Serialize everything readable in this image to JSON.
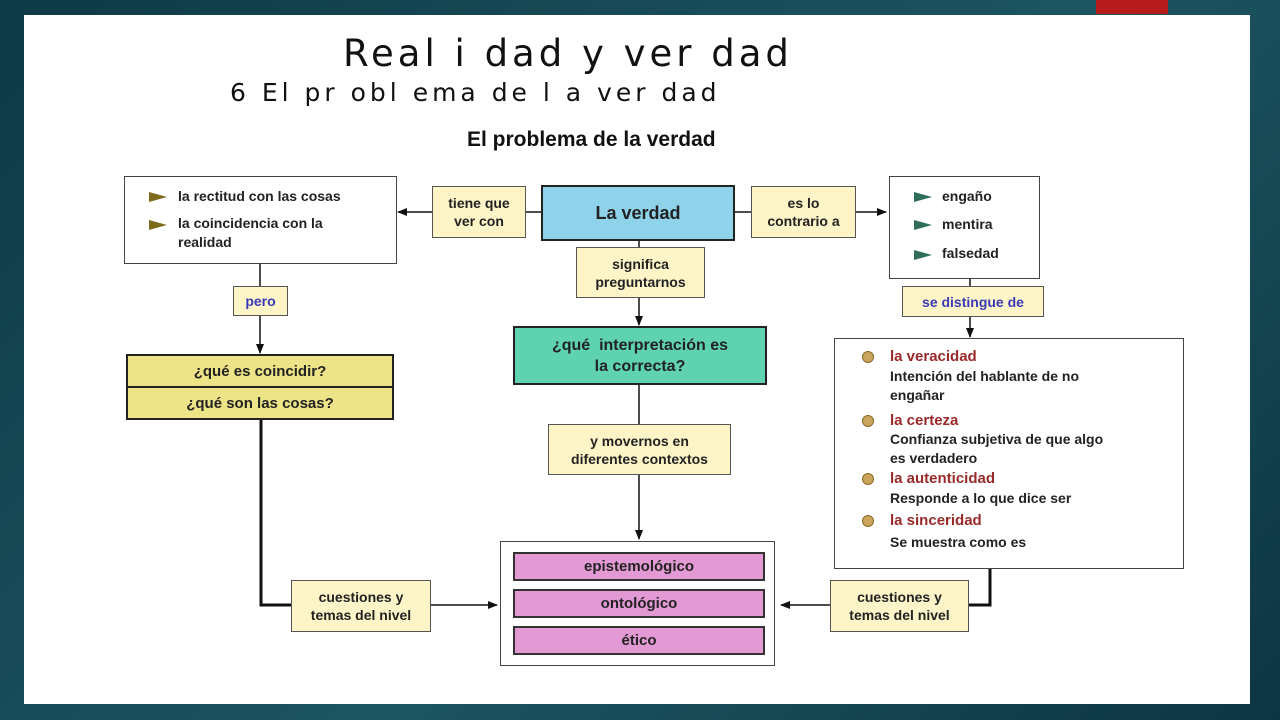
{
  "slide": {
    "title": "Real i dad  y  ver dad",
    "subtitle": "6  El   pr obl ema  de  l a  ver dad"
  },
  "diagram": {
    "title": "El problema de la verdad",
    "center": "La verdad",
    "left_connector": [
      "tiene que",
      "ver con"
    ],
    "right_connector": [
      "es lo",
      "contrario a"
    ],
    "center_connector": [
      "significa",
      "preguntarnos"
    ],
    "left_box_items": [
      [
        "la rectitud con las cosas"
      ],
      [
        "la coincidencia con la",
        "realidad"
      ]
    ],
    "right_box_items": [
      "engaño",
      "mentira",
      "falsedad"
    ],
    "pero_label": "pero",
    "distingue_label": "se distingue de",
    "questions_left": [
      "¿qué es coincidir?",
      "¿qué son las cosas?"
    ],
    "interpretation": [
      "¿qué  interpretación es",
      "la correcta?"
    ],
    "mid_connector": [
      "y movernos en",
      "diferentes contextos"
    ],
    "distinctions": [
      {
        "term": "la veracidad",
        "desc": [
          "Intención del hablante de no",
          "engañar"
        ]
      },
      {
        "term": "la certeza",
        "desc": [
          "Confianza subjetiva de que algo",
          "es verdadero"
        ]
      },
      {
        "term": "la autenticidad",
        "desc": [
          "Responde a lo que dice ser"
        ]
      },
      {
        "term": "la sinceridad",
        "desc": [
          "Se muestra como es"
        ]
      }
    ],
    "levels": [
      "epistemológico",
      "ontológico",
      "ético"
    ],
    "bottom_left_label": [
      "cuestiones y",
      "temas del nivel"
    ],
    "bottom_right_label": [
      "cuestiones y",
      "temas del nivel"
    ]
  },
  "colors": {
    "background": "#1d5562",
    "accent": "#b71c1c",
    "center_box": "#8fd3ea",
    "interpretation_box": "#5fd3b0",
    "question_box": "#ece486",
    "level_box": "#e399d4",
    "label_fill": "#fdf5c8",
    "term_red": "#9a2a2a"
  }
}
